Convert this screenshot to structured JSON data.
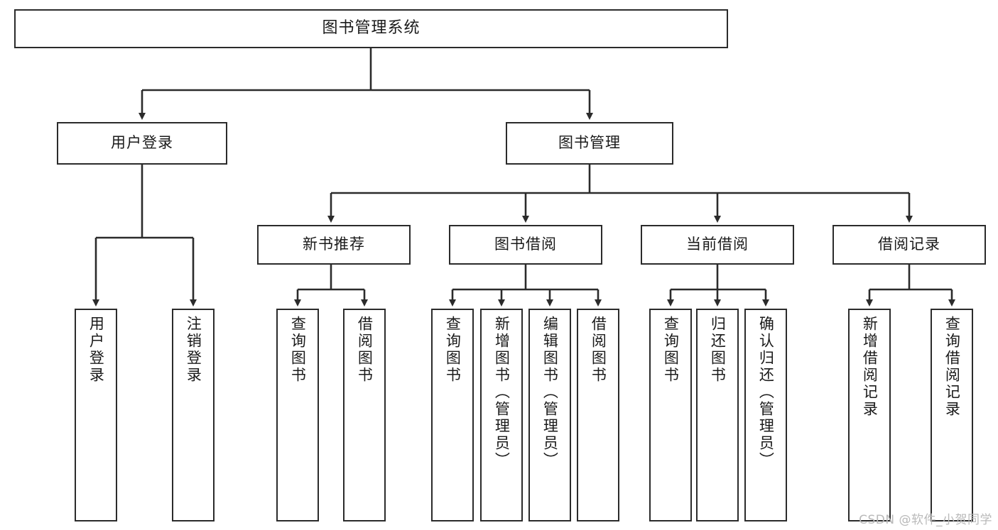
{
  "diagram": {
    "title": "图书管理系统",
    "watermark": "CSDN @软件_小贺同学",
    "line_color": "#2b2b2b",
    "box_fill": "#ffffff",
    "text_color": "#1a1a1a",
    "watermark_color": "#b9b9b9",
    "root": {
      "label": "图书管理系统"
    },
    "level2": [
      {
        "label": "用户登录"
      },
      {
        "label": "图书管理"
      }
    ],
    "level3": [
      {
        "label": "新书推荐"
      },
      {
        "label": "图书借阅"
      },
      {
        "label": "当前借阅"
      },
      {
        "label": "借阅记录"
      }
    ],
    "leaves": {
      "user_login": [
        {
          "label": "用户登录"
        },
        {
          "label": "注销登录"
        }
      ],
      "new_book": [
        {
          "label": "查询图书"
        },
        {
          "label": "借阅图书"
        }
      ],
      "book_borrow": [
        {
          "label": "查询图书"
        },
        {
          "label": "新增图书（管理员）"
        },
        {
          "label": "编辑图书（管理员）"
        },
        {
          "label": "借阅图书"
        }
      ],
      "current_borrow": [
        {
          "label": "查询图书"
        },
        {
          "label": "归还图书"
        },
        {
          "label": "确认归还（管理员）"
        }
      ],
      "borrow_record": [
        {
          "label": "新增借阅记录"
        },
        {
          "label": "查询借阅记录"
        }
      ]
    }
  }
}
